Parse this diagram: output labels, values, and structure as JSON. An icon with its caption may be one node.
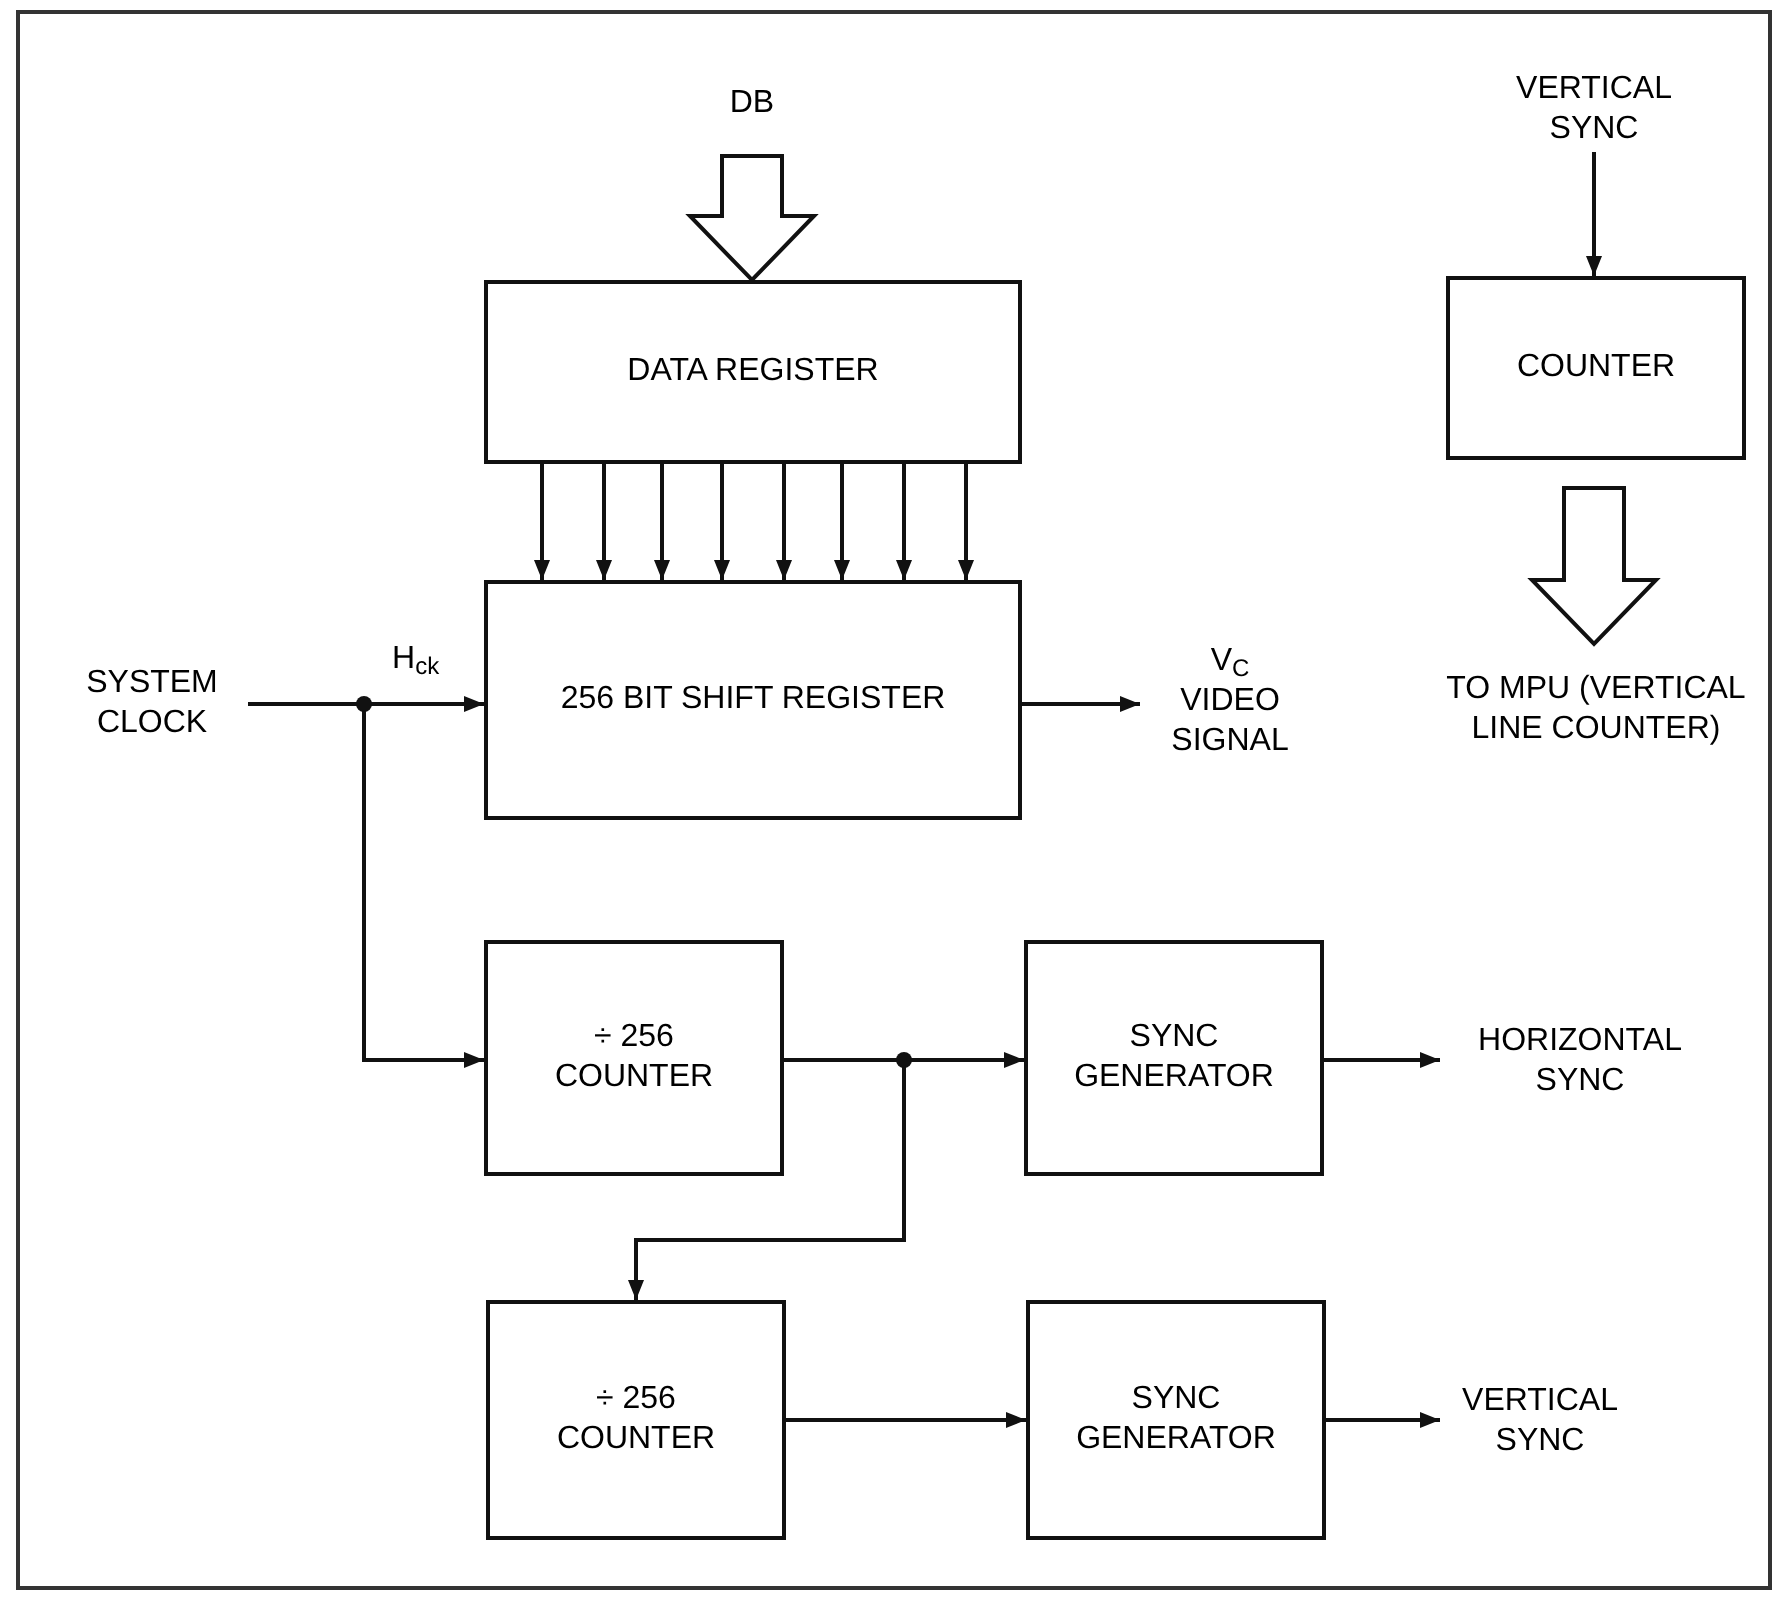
{
  "diagram": {
    "nodes": [
      {
        "text": [
          "DB"
        ]
      },
      {
        "text": [
          "DATA REGISTER"
        ]
      },
      {
        "text": [
          "256 BIT SHIFT REGISTER"
        ]
      },
      {
        "text": [
          "SYSTEM CLOCK"
        ]
      },
      {
        "text": [
          "V$_{C}$",
          "VIDEO SIGNAL"
        ]
      },
      {
        "text": [
          "VERTICAL SYNC"
        ]
      },
      {
        "text": [
          "COUNTER"
        ]
      },
      {
        "text": [
          "TO MPU (VERTICAL LINE COUNTER)"
        ]
      },
      {
        "text": [
          "÷ 256 COUNTER"
        ]
      },
      {
        "text": [
          "SYNC GENERATOR"
        ]
      },
      {
        "text": [
          "HORIZONTAL SYNC"
        ]
      },
      {
        "text": [
          "÷ 256 COUNTER"
        ]
      },
      {
        "text": [
          "SYNC GENERATOR"
        ]
      },
      {
        "text": [
          "VERTICAL SYNC"
        ]
      }
    ],
    "edges": [
      {
        "from": 0,
        "to": 1,
        "arrow": "to",
        "style": "thick"
      },
      {
        "from": 1,
        "to": 2,
        "arrow": "to"
      },
      {
        "from": 1,
        "to": 2,
        "arrow": "to"
      },
      {
        "from": 1,
        "to": 2,
        "arrow": "to"
      },
      {
        "from": 1,
        "to": 2,
        "arrow": "to"
      },
      {
        "from": 1,
        "to": 2,
        "arrow": "to"
      },
      {
        "from": 1,
        "to": 2,
        "arrow": "to"
      },
      {
        "from": 1,
        "to": 2,
        "arrow": "to"
      },
      {
        "from": 1,
        "to": 2,
        "arrow": "to"
      },
      {
        "from": 3,
        "to": 2,
        "arrow": "to",
        "label": "H$_{ck}$"
      },
      {
        "from": 3,
        "to": 8,
        "arrow": "to"
      },
      {
        "from": 2,
        "to": 4,
        "arrow": "to"
      },
      {
        "from": 5,
        "to": 6,
        "arrow": "to"
      },
      {
        "from": 6,
        "to": 7,
        "arrow": "to",
        "style": "thick"
      },
      {
        "from": 8,
        "to": 9,
        "arrow": "to"
      },
      {
        "from": 8,
        "to": 11,
        "arrow": "to"
      },
      {
        "from": 9,
        "to": 10,
        "arrow": "to"
      },
      {
        "from": 11,
        "to": 12,
        "arrow": "to"
      },
      {
        "from": 12,
        "to": 13,
        "arrow": "to"
      }
    ]
  }
}
